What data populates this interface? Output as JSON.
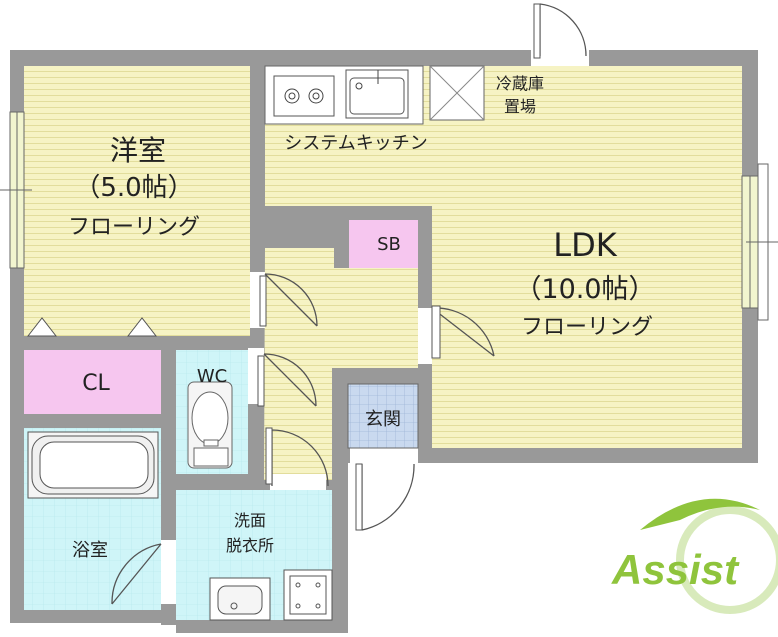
{
  "rooms": {
    "western": {
      "name": "洋室",
      "size": "（5.0帖）",
      "floor": "フローリング"
    },
    "ldk": {
      "name": "LDK",
      "size": "（10.0帖）",
      "floor": "フローリング"
    },
    "kitchen": "システムキッチン",
    "fridge": {
      "line1": "冷蔵庫",
      "line2": "置場"
    },
    "sb": "SB",
    "closet": "CL",
    "wc": "WC",
    "entrance": "玄関",
    "bath": "浴室",
    "washroom": {
      "line1": "洗面",
      "line2": "脱衣所"
    }
  },
  "logo": "Assist",
  "colors": {
    "wall": "#999999",
    "flooring": "#f6f3c4",
    "closet": "#f6c6ef",
    "sb": "#f6c6ef",
    "wet_area": "#cff5f8",
    "entrance": "#c9d9ef",
    "window": "#f2f5cf",
    "logo_green": "#8fc43c"
  }
}
